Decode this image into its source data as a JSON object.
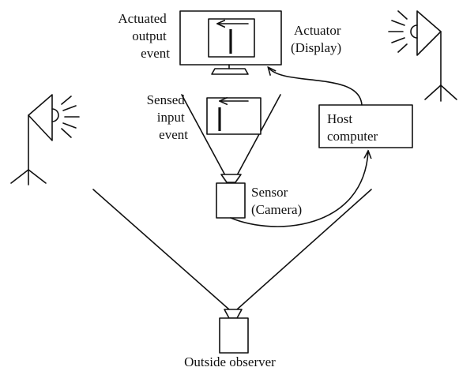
{
  "labels": {
    "actuated_output_event": [
      "Actuated",
      "output",
      "event"
    ],
    "actuator": [
      "Actuator",
      "(Display)"
    ],
    "sensed_input_event": [
      "Sensed",
      "input",
      "event"
    ],
    "host_computer": [
      "Host",
      "computer"
    ],
    "sensor": [
      "Sensor",
      "(Camera)"
    ],
    "outside_observer": "Outside observer"
  },
  "icons": {
    "left_light": "studio-light-icon",
    "right_light": "studio-light-icon",
    "display": "monitor-icon",
    "sensor_camera": "camera-icon",
    "observer_camera": "camera-icon",
    "arrow": "left-arrow-icon"
  }
}
